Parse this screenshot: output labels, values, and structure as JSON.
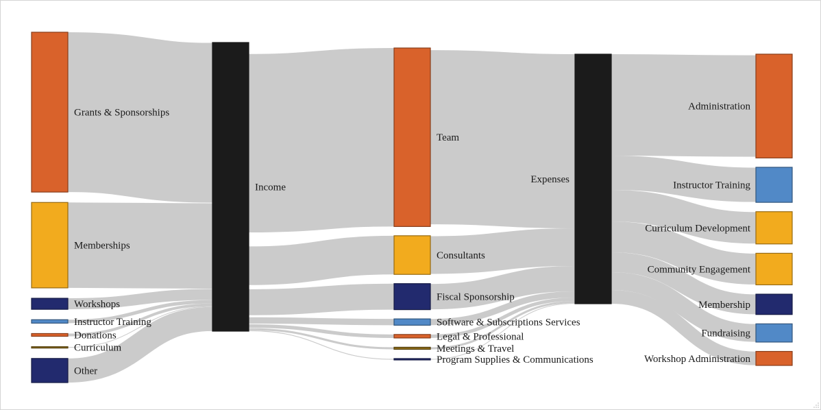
{
  "colors": {
    "orange": "#d9622b",
    "gold": "#f2ab1e",
    "navy": "#222a6e",
    "blue": "#5189c7",
    "brown": "#8a6a1a",
    "black": "#1b1b1b",
    "link": "#cbcbcb"
  },
  "nodes": [
    {
      "id": "grants",
      "label": "Grants & Sponsorships",
      "column": 0,
      "value": 232,
      "color": "orange"
    },
    {
      "id": "memberships",
      "label": "Memberships",
      "column": 0,
      "value": 124,
      "color": "gold"
    },
    {
      "id": "workshops_in",
      "label": "Workshops",
      "column": 0,
      "value": 16,
      "color": "navy"
    },
    {
      "id": "instr_training_in",
      "label": "Instructor Training",
      "column": 0,
      "value": 5,
      "color": "blue"
    },
    {
      "id": "donations",
      "label": "Donations",
      "column": 0,
      "value": 4,
      "color": "orange"
    },
    {
      "id": "curriculum",
      "label": "Curriculum",
      "column": 0,
      "value": 1,
      "color": "brown"
    },
    {
      "id": "other",
      "label": "Other",
      "column": 0,
      "value": 35,
      "color": "navy"
    },
    {
      "id": "income",
      "label": "Income",
      "column": 1,
      "value": 417,
      "color": "black"
    },
    {
      "id": "team",
      "label": "Team",
      "column": 2,
      "value": 254,
      "color": "orange"
    },
    {
      "id": "consultants",
      "label": "Consultants",
      "column": 2,
      "value": 55,
      "color": "gold"
    },
    {
      "id": "fiscal",
      "label": "Fiscal Sponsorship",
      "column": 2,
      "value": 37,
      "color": "navy"
    },
    {
      "id": "software",
      "label": "Software & Subscriptions Services",
      "column": 2,
      "value": 9,
      "color": "blue"
    },
    {
      "id": "legal",
      "label": "Legal & Professional",
      "column": 2,
      "value": 5,
      "color": "orange"
    },
    {
      "id": "meetings",
      "label": "Meetings & Travel",
      "column": 2,
      "value": 3,
      "color": "brown"
    },
    {
      "id": "supplies",
      "label": "Program Supplies & Communications",
      "column": 2,
      "value": 1,
      "color": "navy"
    },
    {
      "id": "expenses",
      "label": "Expenses",
      "column": 3,
      "value": 364,
      "color": "black"
    },
    {
      "id": "administration",
      "label": "Administration",
      "column": 4,
      "value": 148,
      "color": "orange"
    },
    {
      "id": "instr_training_out",
      "label": "Instructor Training",
      "column": 4,
      "value": 50,
      "color": "blue"
    },
    {
      "id": "curriculum_dev",
      "label": "Curriculum Development",
      "column": 4,
      "value": 46,
      "color": "gold"
    },
    {
      "id": "community",
      "label": "Community Engagement",
      "column": 4,
      "value": 45,
      "color": "gold"
    },
    {
      "id": "membership_out",
      "label": "Membership",
      "column": 4,
      "value": 29,
      "color": "navy"
    },
    {
      "id": "fundraising",
      "label": "Fundraising",
      "column": 4,
      "value": 26,
      "color": "blue"
    },
    {
      "id": "workshop_admin",
      "label": "Workshop Administration",
      "column": 4,
      "value": 20,
      "color": "orange"
    }
  ],
  "links": [
    {
      "source": "grants",
      "target": "income",
      "value": 232
    },
    {
      "source": "memberships",
      "target": "income",
      "value": 124
    },
    {
      "source": "workshops_in",
      "target": "income",
      "value": 16
    },
    {
      "source": "instr_training_in",
      "target": "income",
      "value": 5
    },
    {
      "source": "donations",
      "target": "income",
      "value": 4
    },
    {
      "source": "curriculum",
      "target": "income",
      "value": 1
    },
    {
      "source": "other",
      "target": "income",
      "value": 35
    },
    {
      "source": "income",
      "target": "team",
      "value": 254
    },
    {
      "source": "income",
      "target": "consultants",
      "value": 55
    },
    {
      "source": "income",
      "target": "fiscal",
      "value": 37
    },
    {
      "source": "income",
      "target": "software",
      "value": 9
    },
    {
      "source": "income",
      "target": "legal",
      "value": 5
    },
    {
      "source": "income",
      "target": "meetings",
      "value": 3
    },
    {
      "source": "income",
      "target": "supplies",
      "value": 1
    },
    {
      "source": "team",
      "target": "expenses",
      "value": 254
    },
    {
      "source": "consultants",
      "target": "expenses",
      "value": 55
    },
    {
      "source": "fiscal",
      "target": "expenses",
      "value": 37
    },
    {
      "source": "software",
      "target": "expenses",
      "value": 9
    },
    {
      "source": "legal",
      "target": "expenses",
      "value": 5
    },
    {
      "source": "meetings",
      "target": "expenses",
      "value": 3
    },
    {
      "source": "supplies",
      "target": "expenses",
      "value": 1
    },
    {
      "source": "expenses",
      "target": "administration",
      "value": 148
    },
    {
      "source": "expenses",
      "target": "instr_training_out",
      "value": 50
    },
    {
      "source": "expenses",
      "target": "curriculum_dev",
      "value": 46
    },
    {
      "source": "expenses",
      "target": "community",
      "value": 45
    },
    {
      "source": "expenses",
      "target": "membership_out",
      "value": 29
    },
    {
      "source": "expenses",
      "target": "fundraising",
      "value": 26
    },
    {
      "source": "expenses",
      "target": "workshop_admin",
      "value": 20
    }
  ]
}
